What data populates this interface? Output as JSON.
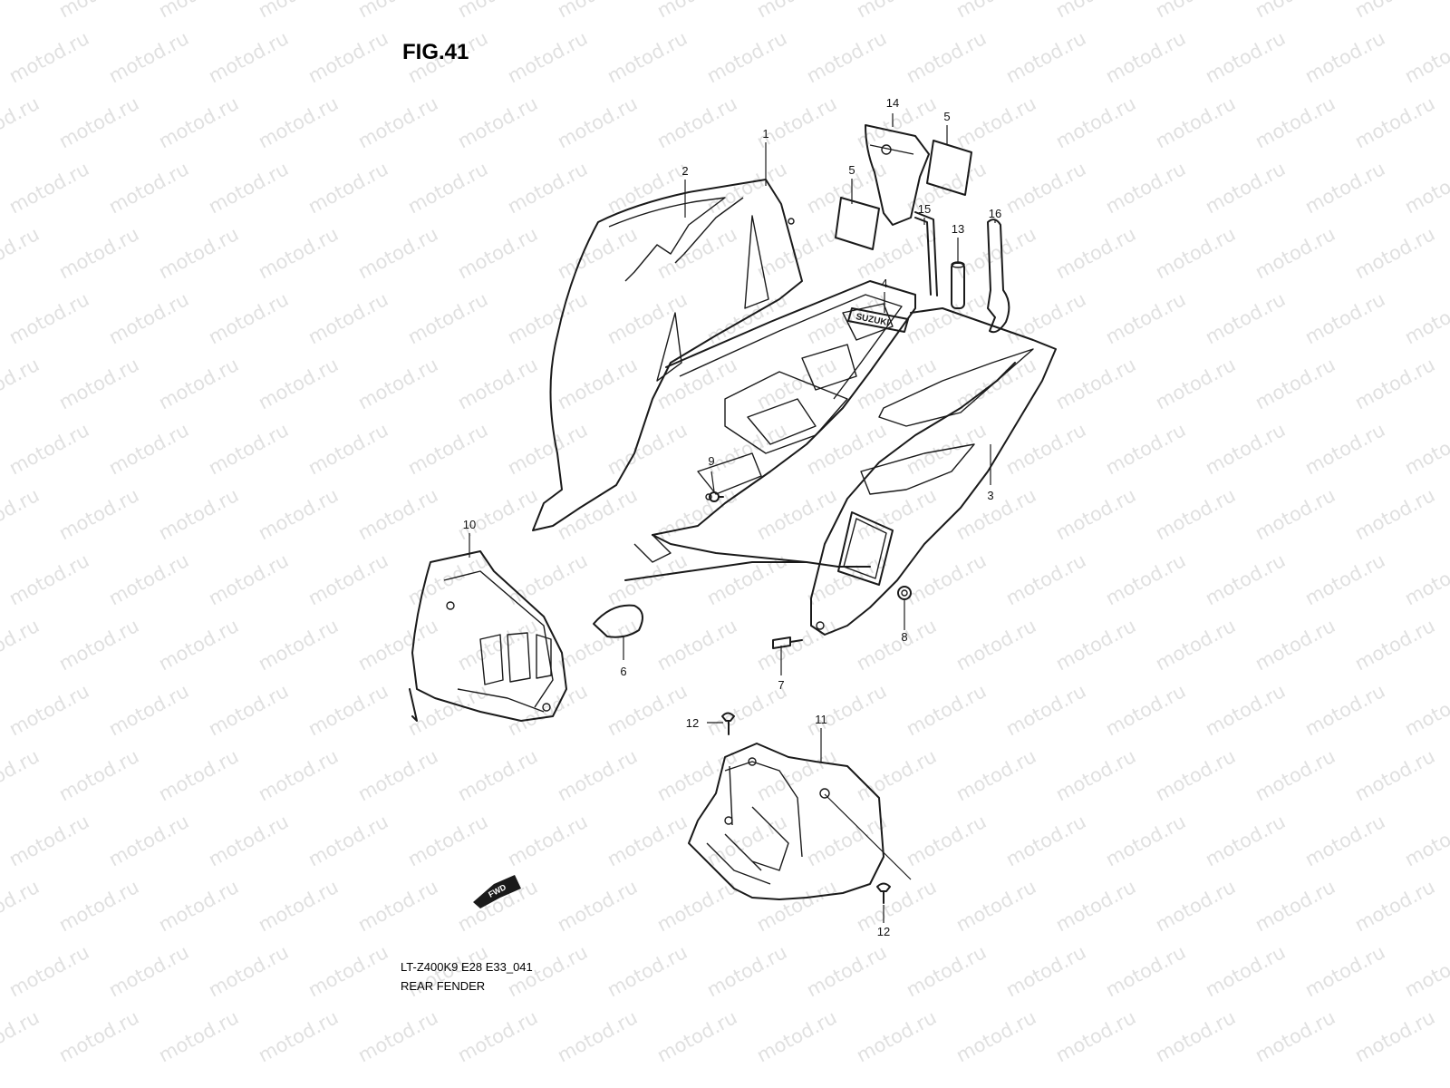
{
  "figure": {
    "title": "FIG.41",
    "model_code": "LT-Z400K9 E28 E33_041",
    "caption": "REAR FENDER"
  },
  "watermark": {
    "text": "motod.ru",
    "color": "#c8c8c8"
  },
  "fwd_badge": {
    "label": "FWD"
  },
  "fender_logo": {
    "text": "SUZUKI"
  },
  "callouts": [
    {
      "id": "c1",
      "number": "1"
    },
    {
      "id": "c2",
      "number": "2"
    },
    {
      "id": "c3",
      "number": "3"
    },
    {
      "id": "c4",
      "number": "4"
    },
    {
      "id": "c5a",
      "number": "5"
    },
    {
      "id": "c5b",
      "number": "5"
    },
    {
      "id": "c6",
      "number": "6"
    },
    {
      "id": "c7",
      "number": "7"
    },
    {
      "id": "c8",
      "number": "8"
    },
    {
      "id": "c9",
      "number": "9"
    },
    {
      "id": "c10",
      "number": "10"
    },
    {
      "id": "c11",
      "number": "11"
    },
    {
      "id": "c12a",
      "number": "12"
    },
    {
      "id": "c12b",
      "number": "12"
    },
    {
      "id": "c13",
      "number": "13"
    },
    {
      "id": "c14",
      "number": "14"
    },
    {
      "id": "c15",
      "number": "15"
    },
    {
      "id": "c16",
      "number": "16"
    }
  ]
}
